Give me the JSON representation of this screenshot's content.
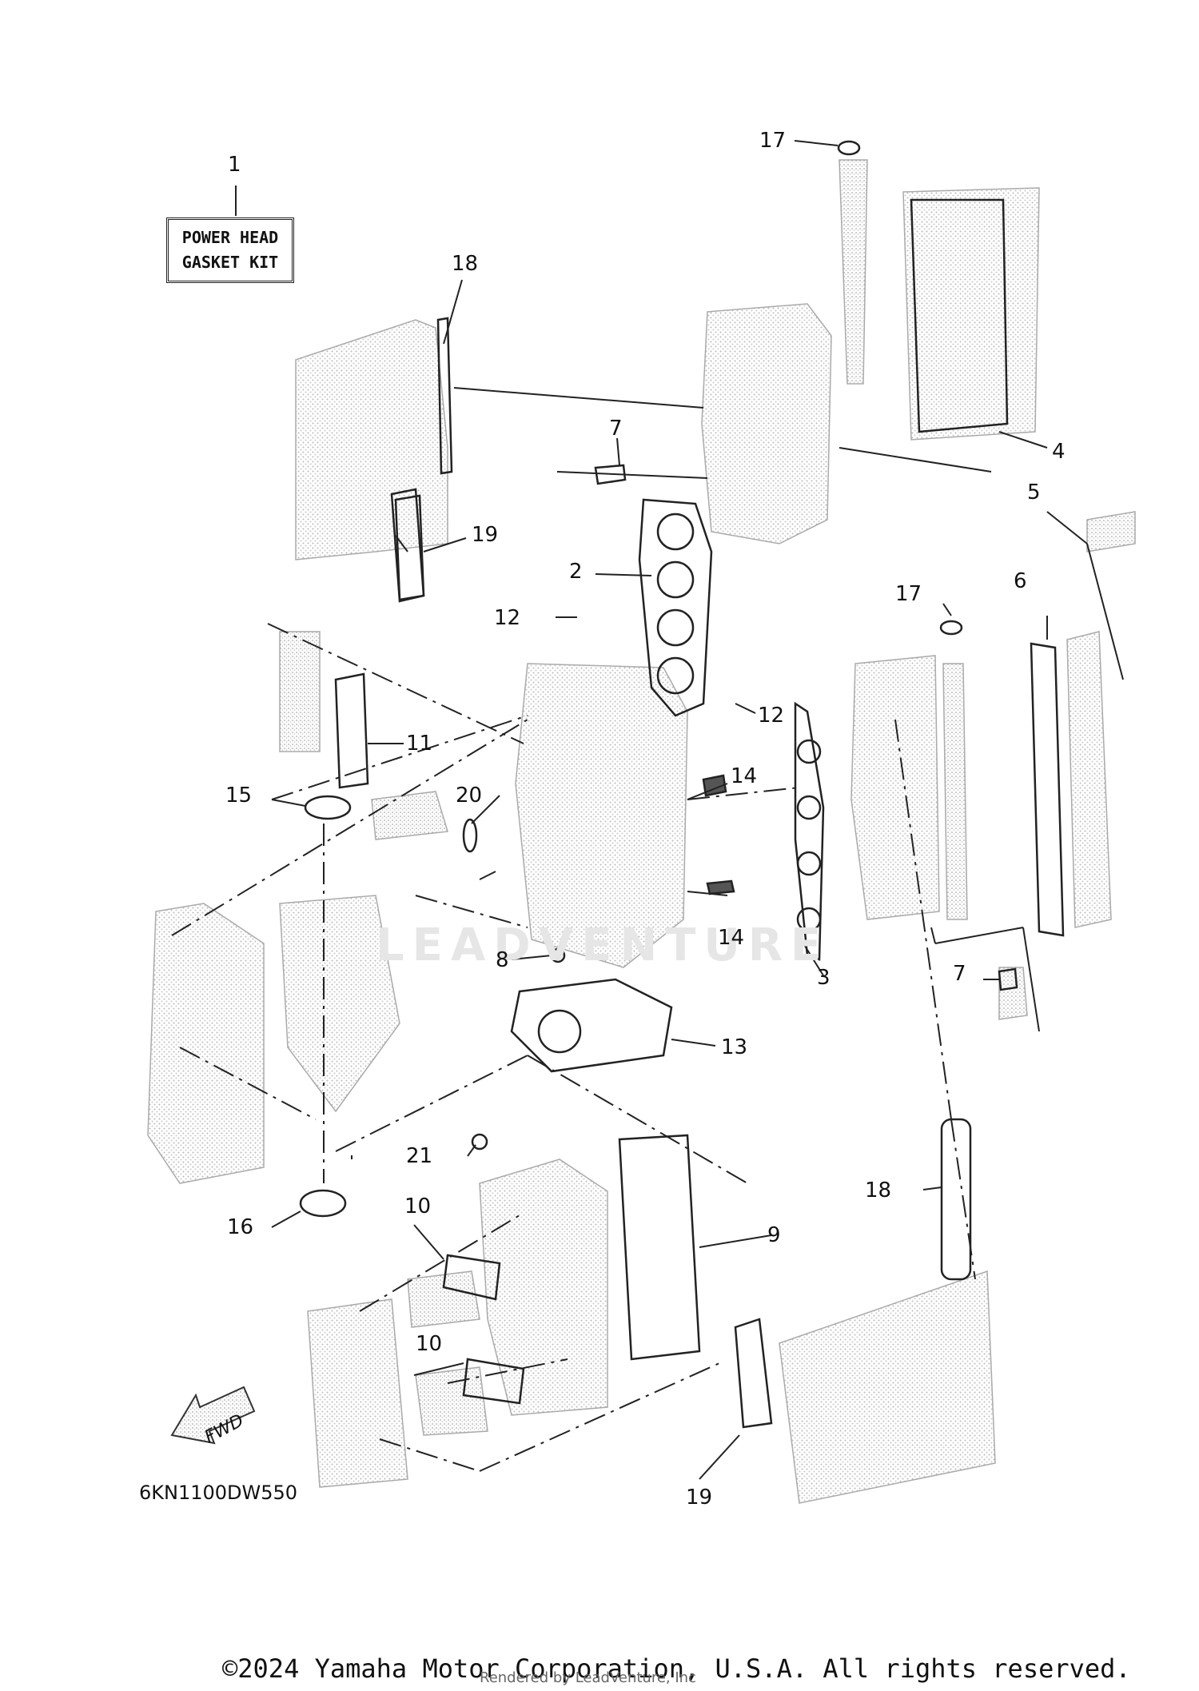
{
  "kit_label": {
    "line1": "POWER HEAD",
    "line2": "GASKET KIT"
  },
  "drawing_code": "6KN1100DW550",
  "fwd_label": "FWD",
  "watermark": "LEADVENTURE",
  "copyright": "©2024 Yamaha Motor Corporation, U.S.A. All rights reserved.",
  "rendered_by": "Rendered by LeadVenture, Inc",
  "callouts": [
    "1",
    "17",
    "18",
    "7",
    "4",
    "5",
    "19",
    "2",
    "17",
    "6",
    "12",
    "12",
    "11",
    "14",
    "15",
    "20",
    "14",
    "8",
    "3",
    "7",
    "13",
    "21",
    "18",
    "10",
    "9",
    "16",
    "10",
    "19"
  ]
}
